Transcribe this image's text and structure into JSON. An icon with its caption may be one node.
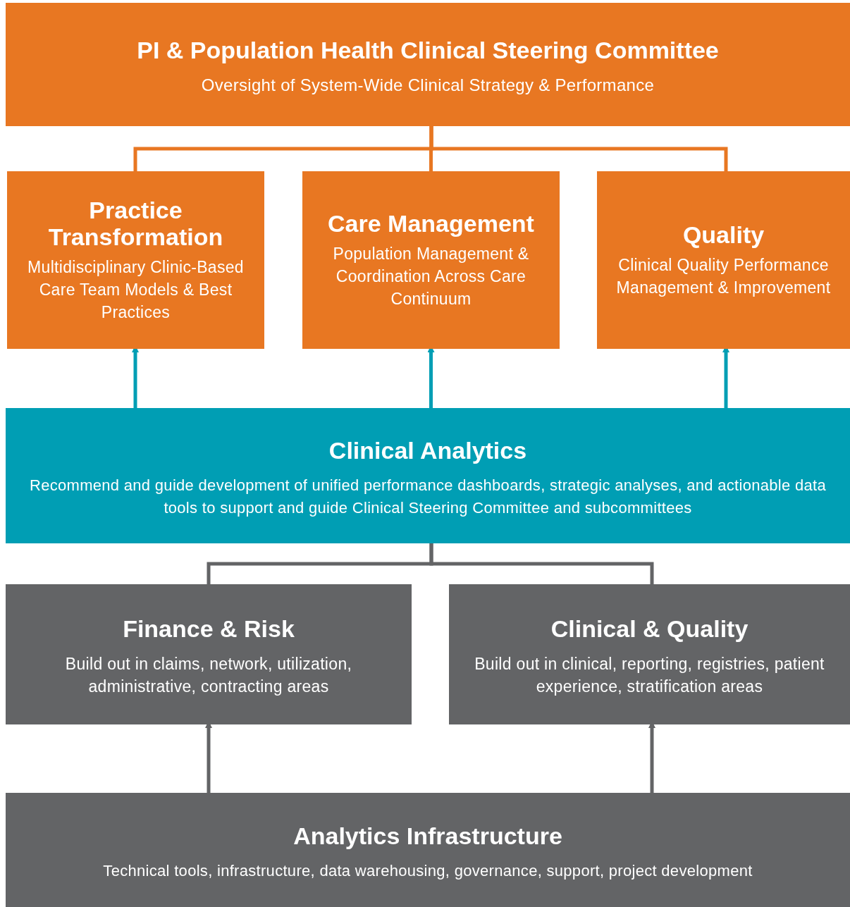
{
  "diagram": {
    "nodes": [
      {
        "text": [
          "PI & Population Health Clinical Steering Committee",
          "Oversight of System-Wide Clinical Strategy & Performance"
        ]
      },
      {
        "text": [
          "Practice Transformation",
          "Multidisciplinary Clinic-Based Care Team Models & Best Practices"
        ]
      },
      {
        "text": [
          "Care Management",
          "Population Management & Coordination Across Care Continuum"
        ]
      },
      {
        "text": [
          "Quality",
          "Clinical Quality Performance Management & Improvement"
        ]
      },
      {
        "text": [
          "Clinical Analytics",
          "Recommend and guide development of unified performance dashboards, strategic analyses, and actionable data tools to support and guide Clinical Steering Committee and subcommittees"
        ]
      },
      {
        "text": [
          "Finance & Risk",
          "Build out in claims, network, utilization, administrative, contracting areas"
        ]
      },
      {
        "text": [
          "Clinical & Quality",
          "Build out in clinical, reporting, registries, patient experience, stratification areas"
        ]
      },
      {
        "text": [
          "Analytics Infrastructure",
          "Technical tools, infrastructure, data warehousing, governance, support, project development"
        ]
      }
    ],
    "edges": [
      {
        "from": 0,
        "to": 1,
        "arrow": "none",
        "color": "#e87722"
      },
      {
        "from": 0,
        "to": 2,
        "arrow": "none",
        "color": "#e87722"
      },
      {
        "from": 0,
        "to": 3,
        "arrow": "none",
        "color": "#e87722"
      },
      {
        "from": 4,
        "to": 1,
        "arrow": "to",
        "color": "#009eb4"
      },
      {
        "from": 4,
        "to": 2,
        "arrow": "to",
        "color": "#009eb4"
      },
      {
        "from": 4,
        "to": 3,
        "arrow": "to",
        "color": "#009eb4"
      },
      {
        "from": 4,
        "to": 5,
        "arrow": "none"
      },
      {
        "from": 4,
        "to": 6,
        "arrow": "none"
      },
      {
        "from": 7,
        "to": 5,
        "arrow": "to"
      },
      {
        "from": 7,
        "to": 6,
        "arrow": "to"
      }
    ]
  }
}
